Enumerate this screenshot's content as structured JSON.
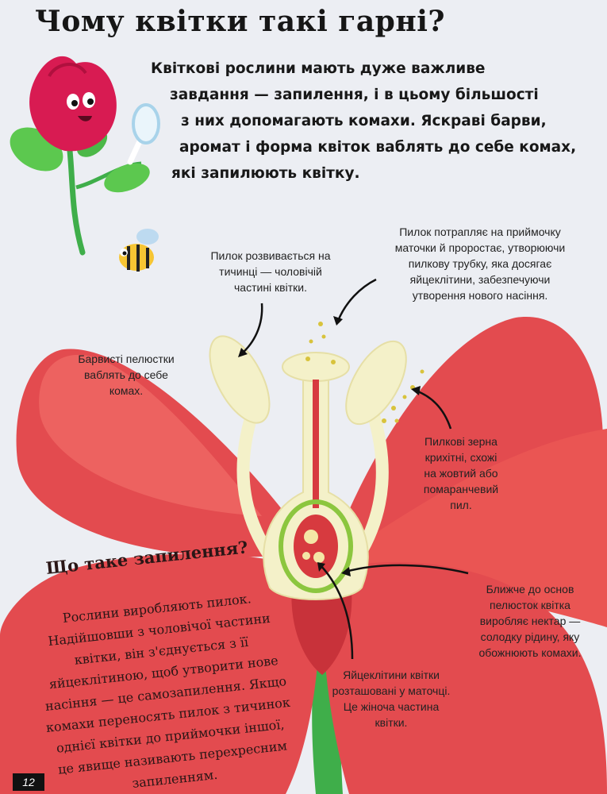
{
  "title": "Чому квітки такі гарні?",
  "intro": {
    "lines": [
      "Квіткові рослини мають дуже важливе",
      "завдання — запилення, і в цьому більшості",
      "з них допомагають комахи. Яскраві барви,",
      "аромат і форма квіток ваблять до себе комах,",
      "які запилюють квітку."
    ]
  },
  "notes": {
    "pollen_develops": [
      "Пилок розвивається на",
      "тичинці — чоловічій",
      "частині квітки."
    ],
    "pollen_reaches": [
      "Пилок потрапляє на приймочку",
      "маточки й проростає, утворюючи",
      "пилкову трубку, яка досягає",
      "яйцеклітини, забезпечуючи",
      "утворення нового насіння."
    ],
    "petals": [
      "Барвисті пелюстки",
      "ваблять до себе",
      "комах."
    ],
    "pollen_grains": [
      "Пилкові зерна",
      "крихітні, схожі",
      "на жовтий або",
      "помаранчевий",
      "пил."
    ],
    "nectar": [
      "Ближче до основ",
      "пелюсток квітка",
      "виробляє нектар —",
      "солодку рідину, яку",
      "обожнюють комахи."
    ],
    "ovules": [
      "Яйцеклітини квітки",
      "розташовані у маточці.",
      "Це жіноча частина",
      "квітки."
    ]
  },
  "box": {
    "title": "Що таке запилення?",
    "lines": [
      "Рослини виробляють пилок.",
      "Надійшовши з чоловічої частини",
      "квітки, він з'єднується з її",
      "яйцеклітиною, щоб утворити нове",
      "насіння — це самозапилення. Якщо",
      "комахи переносять пилок з тичинок",
      "однієї квітки до приймочки іншої,",
      "це явище називають перехресним",
      "запиленням."
    ]
  },
  "page_number": "12",
  "colors": {
    "background": "#eceef3",
    "petal": "#e34b4f",
    "petal_dark": "#c8323a",
    "petal_light": "#f06a66",
    "cream": "#f4f1c9",
    "stem": "#3fae4a",
    "rose": "#d81b52",
    "pollen": "#d8c33c"
  }
}
